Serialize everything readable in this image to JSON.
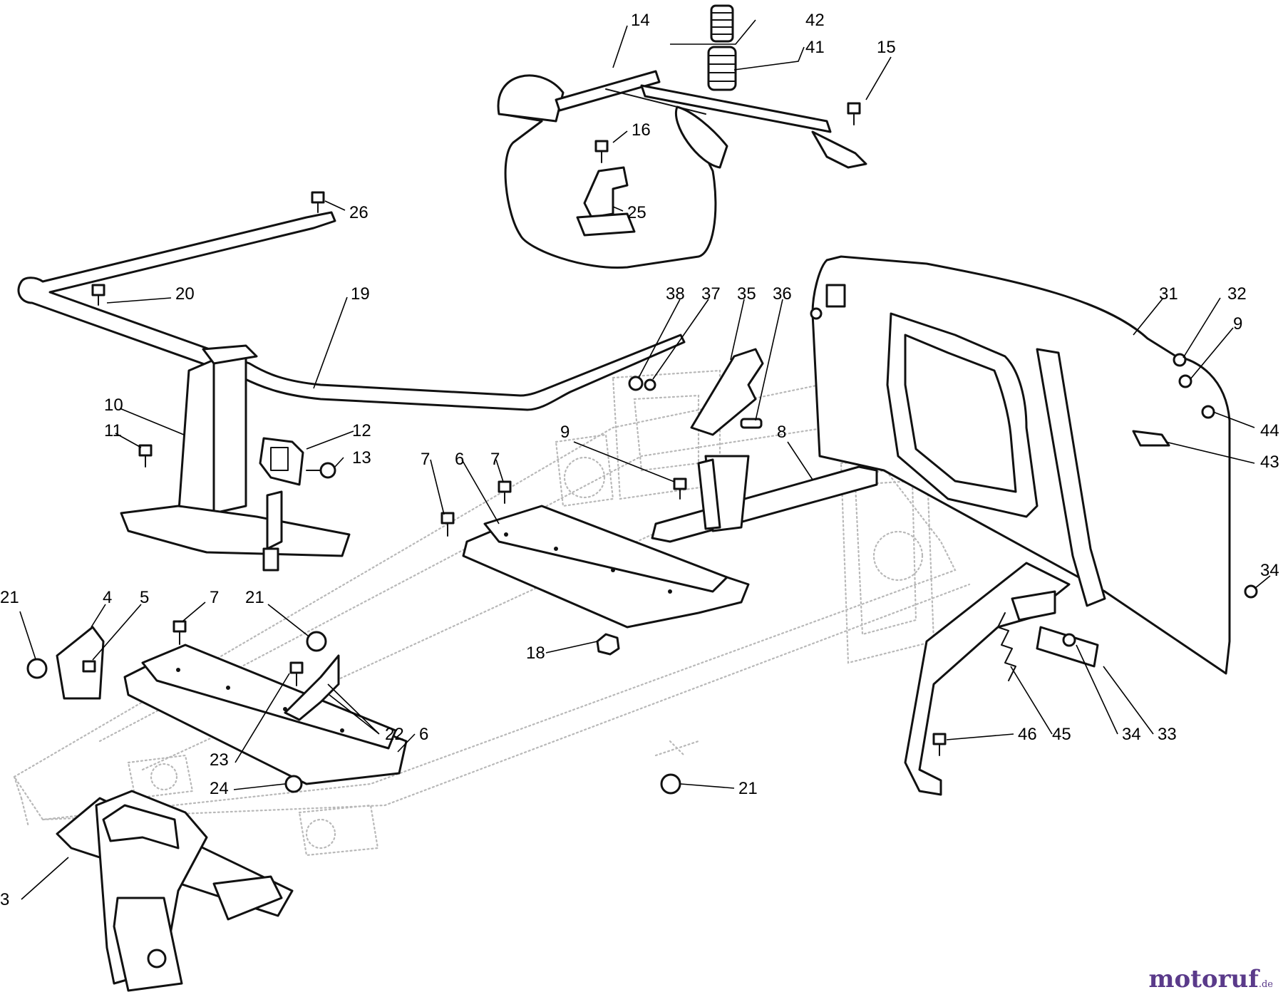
{
  "labels": {
    "p3": "3",
    "p4": "4",
    "p5": "5",
    "p6a": "6",
    "p6b": "6",
    "p7a": "7",
    "p7b": "7",
    "p7c": "7",
    "p8": "8",
    "p9a": "9",
    "p9b": "9",
    "p10": "10",
    "p11": "11",
    "p12": "12",
    "p13": "13",
    "p14": "14",
    "p15": "15",
    "p16": "16",
    "p18": "18",
    "p19": "19",
    "p20": "20",
    "p21a": "21",
    "p21b": "21",
    "p21c": "21",
    "p22": "22",
    "p23": "23",
    "p24": "24",
    "p25": "25",
    "p26": "26",
    "p31": "31",
    "p32": "32",
    "p33": "33",
    "p34a": "34",
    "p34b": "34",
    "p35": "35",
    "p36": "36",
    "p37": "37",
    "p38": "38",
    "p41": "41",
    "p42": "42",
    "p43": "43",
    "p44": "44",
    "p45": "45",
    "p46": "46"
  },
  "watermark": {
    "text": "motoruf",
    "suffix": ".de"
  }
}
